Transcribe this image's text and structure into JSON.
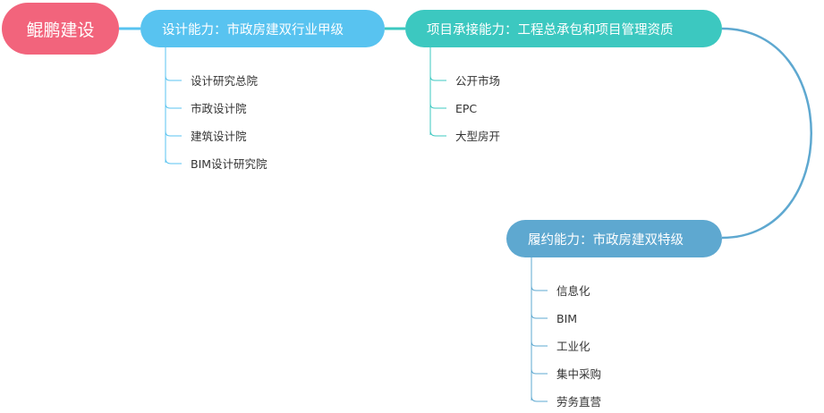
{
  "root": {
    "label": "鲲鹏建设",
    "color": "#f2647c"
  },
  "branches": [
    {
      "label": "设计能力：市政房建双行业甲级",
      "color": "#58c3f0",
      "children": [
        "设计研究总院",
        "市政设计院",
        "建筑设计院",
        "BIM设计研究院"
      ]
    },
    {
      "label": "项目承接能力：工程总承包和项目管理资质",
      "color": "#3cc8c0",
      "children": [
        "公开市场",
        "EPC",
        "大型房开"
      ]
    },
    {
      "label": "履约能力：市政房建双特级",
      "color": "#5ea8d0",
      "children": [
        "信息化",
        "BIM",
        "工业化",
        "集中采购",
        "劳务直营"
      ]
    }
  ]
}
